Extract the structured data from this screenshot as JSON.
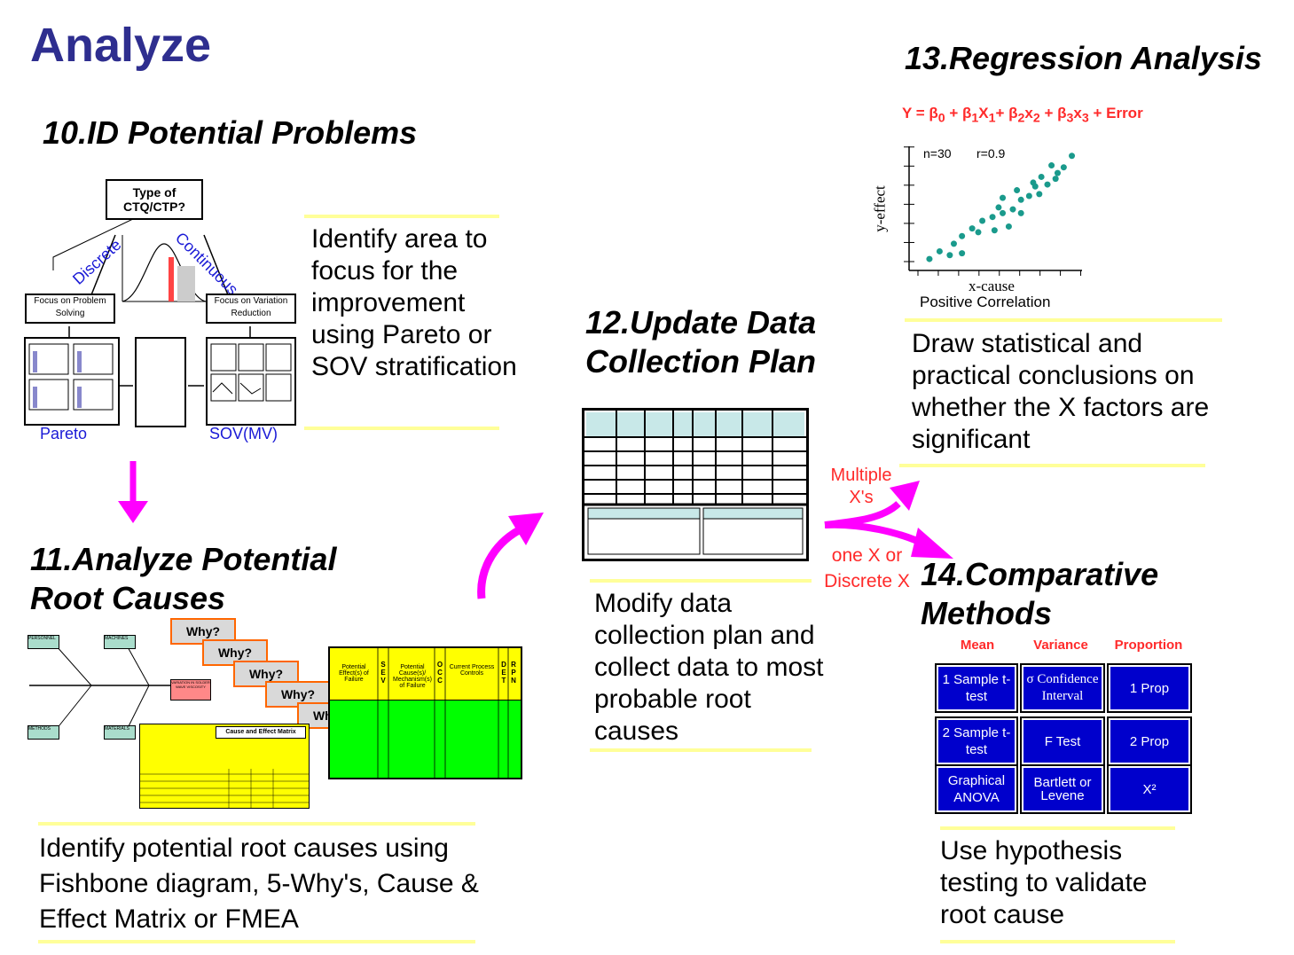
{
  "title": "Analyze",
  "step10": {
    "heading": "10.ID Potential Problems",
    "description": "Identify area to focus for the improvement using Pareto or SOV stratification",
    "decision_box": "Type of CTQ/CTP?",
    "branch_left": "Discrete",
    "branch_right": "Continuous",
    "focus_left": "Focus on Problem Solving",
    "focus_right": "Focus on Variation Reduction",
    "label_left": "Pareto",
    "label_right": "SOV(MV)"
  },
  "step11": {
    "heading": "11.Analyze Potential Root Causes",
    "description": "Identify potential root causes using Fishbone diagram, 5-Why's, Cause & Effect Matrix or FMEA",
    "why_label": "Why?",
    "matrix_title": "Cause and Effect Matrix",
    "fishbone_effect": "VARIATION IN SOLDER WAVE VISCOSITY",
    "fishbone_labels": [
      "PERSONNEL",
      "MACHINES",
      "METHODS",
      "MATERIALS"
    ],
    "fmea_headers": [
      "Potential Effect(s) of Failure",
      "S E V",
      "Potential Cause(s)/ Mechanism(s) of Failure",
      "O C C",
      "Current Process Controls",
      "D E T",
      "R P N"
    ]
  },
  "step12": {
    "heading": "12.Update Data Collection Plan",
    "description": "Modify data collection plan and collect data to most probable root causes"
  },
  "step13": {
    "heading": "13.Regression Analysis",
    "equation": "Y = β0 + β1X1+ β2x2 + β3x3 + Error",
    "description": "Draw statistical and practical conclusions on whether the X factors are significant"
  },
  "step14": {
    "heading": "14.Comparative Methods",
    "description": "Use hypothesis testing to validate root cause",
    "columns": [
      "Mean",
      "Variance",
      "Proportion"
    ],
    "rows": [
      [
        "1 Sample t-test",
        "σ Confidence Interval",
        "1 Prop"
      ],
      [
        "2 Sample t-test",
        "F Test",
        "2 Prop"
      ],
      [
        "Graphical ANOVA",
        "Bartlett or Levene",
        "X²"
      ]
    ]
  },
  "branch_multiple": "Multiple X's",
  "branch_one": "one X or Discrete X",
  "chart_data": {
    "type": "scatter",
    "title": "Positive Correlation",
    "xlabel": "x-cause",
    "ylabel": "y-effect",
    "annotations": [
      "n=30",
      "r=0.9"
    ],
    "x": [
      1.0,
      1.5,
      2.0,
      2.2,
      2.6,
      2.6,
      3.1,
      3.4,
      3.6,
      4.1,
      4.2,
      4.4,
      4.6,
      4.6,
      4.9,
      5.1,
      5.3,
      5.5,
      5.5,
      5.9,
      6.1,
      6.2,
      6.4,
      6.5,
      6.8,
      7.0,
      7.2,
      7.3,
      7.6,
      8.0
    ],
    "y": [
      0.6,
      1.0,
      0.8,
      1.4,
      0.9,
      1.8,
      2.2,
      2.0,
      2.6,
      2.8,
      2.1,
      3.3,
      3.0,
      3.8,
      2.3,
      3.2,
      4.2,
      3.7,
      3.0,
      3.9,
      4.6,
      4.4,
      4.0,
      4.9,
      4.5,
      5.5,
      4.8,
      5.1,
      5.4,
      6.0
    ],
    "series_color": "#1a9a8c"
  }
}
